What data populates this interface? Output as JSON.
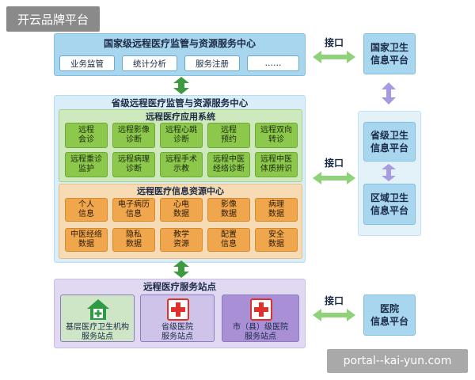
{
  "brand": "开云品牌平台",
  "national": {
    "title": "国家级远程医疗监管与资源服务中心",
    "items": [
      "业务监管",
      "统计分析",
      "服务注册",
      "……"
    ]
  },
  "province": {
    "title": "省级远程医疗监管与资源服务中心",
    "app_system": {
      "title": "远程医疗应用系统",
      "rows": [
        [
          [
            "远程",
            "会诊"
          ],
          [
            "远程影像",
            "诊断"
          ],
          [
            "远程心跳",
            "诊断"
          ],
          [
            "远程",
            "预约"
          ],
          [
            "远程双向",
            "转诊"
          ]
        ],
        [
          [
            "远程重诊",
            "监护"
          ],
          [
            "远程病理",
            "诊断"
          ],
          [
            "远程手术",
            "示教"
          ],
          [
            "远程中医",
            "经络诊断"
          ],
          [
            "远程中医",
            "体质辨识"
          ]
        ]
      ]
    },
    "info_center": {
      "title": "远程医疗信息资源中心",
      "rows": [
        [
          [
            "个人",
            "信息"
          ],
          [
            "电子病历",
            "信息"
          ],
          [
            "心电",
            "数据"
          ],
          [
            "影像",
            "数据"
          ],
          [
            "病理",
            "数据"
          ]
        ],
        [
          [
            "中医经络",
            "数据"
          ],
          [
            "隐私",
            "数据"
          ],
          [
            "教学",
            "资源"
          ],
          [
            "配置",
            "信息"
          ],
          [
            "安全",
            "数据"
          ]
        ]
      ]
    }
  },
  "stations": {
    "title": "远程医疗服务站点",
    "items": [
      {
        "label": [
          "基层医疗卫生机构",
          "服务站点"
        ],
        "icon": "home-cross-icon",
        "color": "#cfe6c6"
      },
      {
        "label": [
          "省级医院",
          "服务站点"
        ],
        "icon": "red-cross-icon",
        "color": "#cfc3ea"
      },
      {
        "label": [
          "市（县）级医院",
          "服务站点"
        ],
        "icon": "red-cross-icon",
        "color": "#a98fd6"
      }
    ]
  },
  "right": {
    "national": [
      "国家卫生",
      "信息平台"
    ],
    "provincial": [
      "省级卫生",
      "信息平台"
    ],
    "regional": [
      "区域卫生",
      "信息平台"
    ],
    "hospital": [
      "医院",
      "信息平台"
    ]
  },
  "interfaces": [
    "接口",
    "接口",
    "接口"
  ],
  "watermark": "portal--kai-yun.com",
  "colors": {
    "green_arrow": "#3e9a3e",
    "interface_arrow": "#8fd27a",
    "purple_arrow": "#a79ae0",
    "cross_red": "#e0302a",
    "home_green": "#2f9a44"
  }
}
